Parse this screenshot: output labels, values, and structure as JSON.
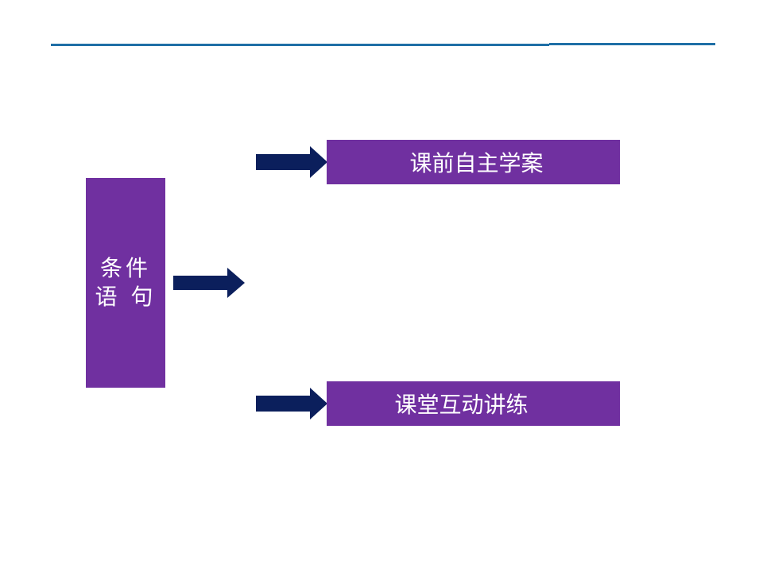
{
  "slide": {
    "colors": {
      "rule": "#1f6fa6",
      "box": "#7030a0",
      "arrow": "#0b1f5c",
      "text": "#ffffff"
    },
    "main_box": {
      "line1": "条件",
      "line2": "语 句"
    },
    "top_box": {
      "label": "课前自主学案"
    },
    "bottom_box": {
      "label": "课堂互动讲练"
    },
    "arrows": [
      {
        "name": "arrow-main-icon"
      },
      {
        "name": "arrow-top-icon"
      },
      {
        "name": "arrow-bottom-icon"
      }
    ]
  }
}
